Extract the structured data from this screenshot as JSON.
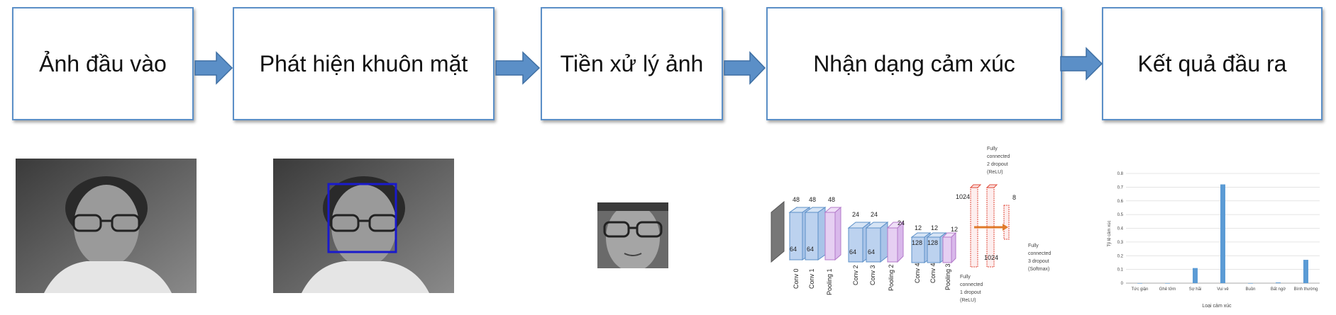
{
  "pipeline": {
    "stages": [
      {
        "label": "Ảnh đầu vào"
      },
      {
        "label": "Phát hiện khuôn mặt"
      },
      {
        "label": "Tiền xử lý ảnh"
      },
      {
        "label": "Nhận dạng cảm xúc"
      },
      {
        "label": "Kết quả đầu ra"
      }
    ],
    "colors": {
      "box_border": "#5b8fc7",
      "arrow_fill": "#5b8fc7",
      "face_box": "#1a1acc"
    }
  },
  "cnn": {
    "layers": [
      {
        "name": "Conv 0",
        "top": "48",
        "bottom": "64"
      },
      {
        "name": "Conv 1",
        "top": "48",
        "bottom": "64"
      },
      {
        "name": "Pooling 1",
        "side": "48"
      },
      {
        "name": "Conv 2",
        "top": "24",
        "bottom": "64"
      },
      {
        "name": "Conv 3",
        "top": "24",
        "bottom": "64"
      },
      {
        "name": "Pooling 2",
        "side": "24"
      },
      {
        "name": "Conv 4",
        "top": "12",
        "bottom": "128"
      },
      {
        "name": "Conv 4",
        "top": "12",
        "bottom": "128"
      },
      {
        "name": "Pooling 3",
        "side": "12"
      }
    ],
    "fc1": {
      "l1": "Fully",
      "l2": "connected",
      "l3": "1 dropout",
      "l4": "(ReLU)",
      "size": "1024"
    },
    "fc2": {
      "l1": "Fully",
      "l2": "connected",
      "l3": "2 dropout",
      "l4": "(ReLU)",
      "size": "1024"
    },
    "fc3": {
      "l1": "Fully",
      "l2": "connected",
      "l3": "3 dropout",
      "l4": "(Softmax)",
      "size": "8"
    }
  },
  "chart_data": {
    "type": "bar",
    "categories": [
      "Tức giận",
      "Ghê tởm",
      "Sợ hãi",
      "Vui vẻ",
      "Buồn",
      "Bất ngờ",
      "Bình thường"
    ],
    "values": [
      0,
      0,
      0.11,
      0.72,
      0,
      0.005,
      0.17
    ],
    "xlabel": "Loại cảm xúc",
    "ylabel": "Tỷ lệ cảm xúc",
    "ylim": [
      0,
      0.8
    ],
    "yticks": [
      "0",
      "0.1",
      "0.2",
      "0.3",
      "0.4",
      "0.5",
      "0.6",
      "0.7",
      "0.8"
    ],
    "grid": true,
    "bar_color": "#5b9bd5"
  }
}
